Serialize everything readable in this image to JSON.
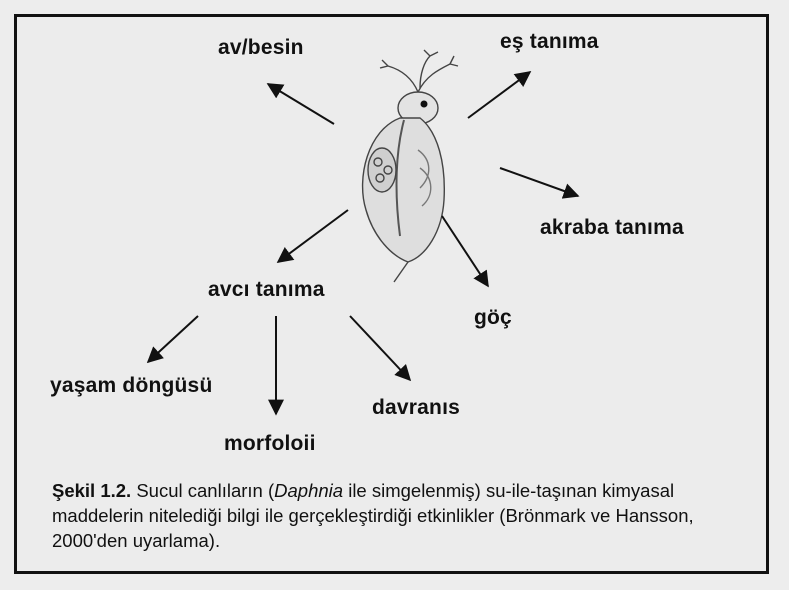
{
  "diagram": {
    "center_illustration": "daphnia-icon",
    "labels": {
      "av_besin": "av/besin",
      "es_tanima": "eş tanıma",
      "akraba_tanima": "akraba tanıma",
      "goc": "göç",
      "avci_tanima": "avcı tanıma",
      "yasam_dongusu": "yaşam döngüsü",
      "morfoloii": "morfoloii",
      "davranis": "davranıs"
    }
  },
  "caption": {
    "figure_number": "Şekil 1.2.",
    "text_before": " Sucul canlıların (",
    "italic": "Daphnia",
    "text_after": " ile simgelenmiş) su-ile-taşınan kimyasal maddelerin nitelediği bilgi ile gerçekleştirdiği etkinlikler (Brönmark ve Hansson, 2000'den uyarlama)."
  }
}
